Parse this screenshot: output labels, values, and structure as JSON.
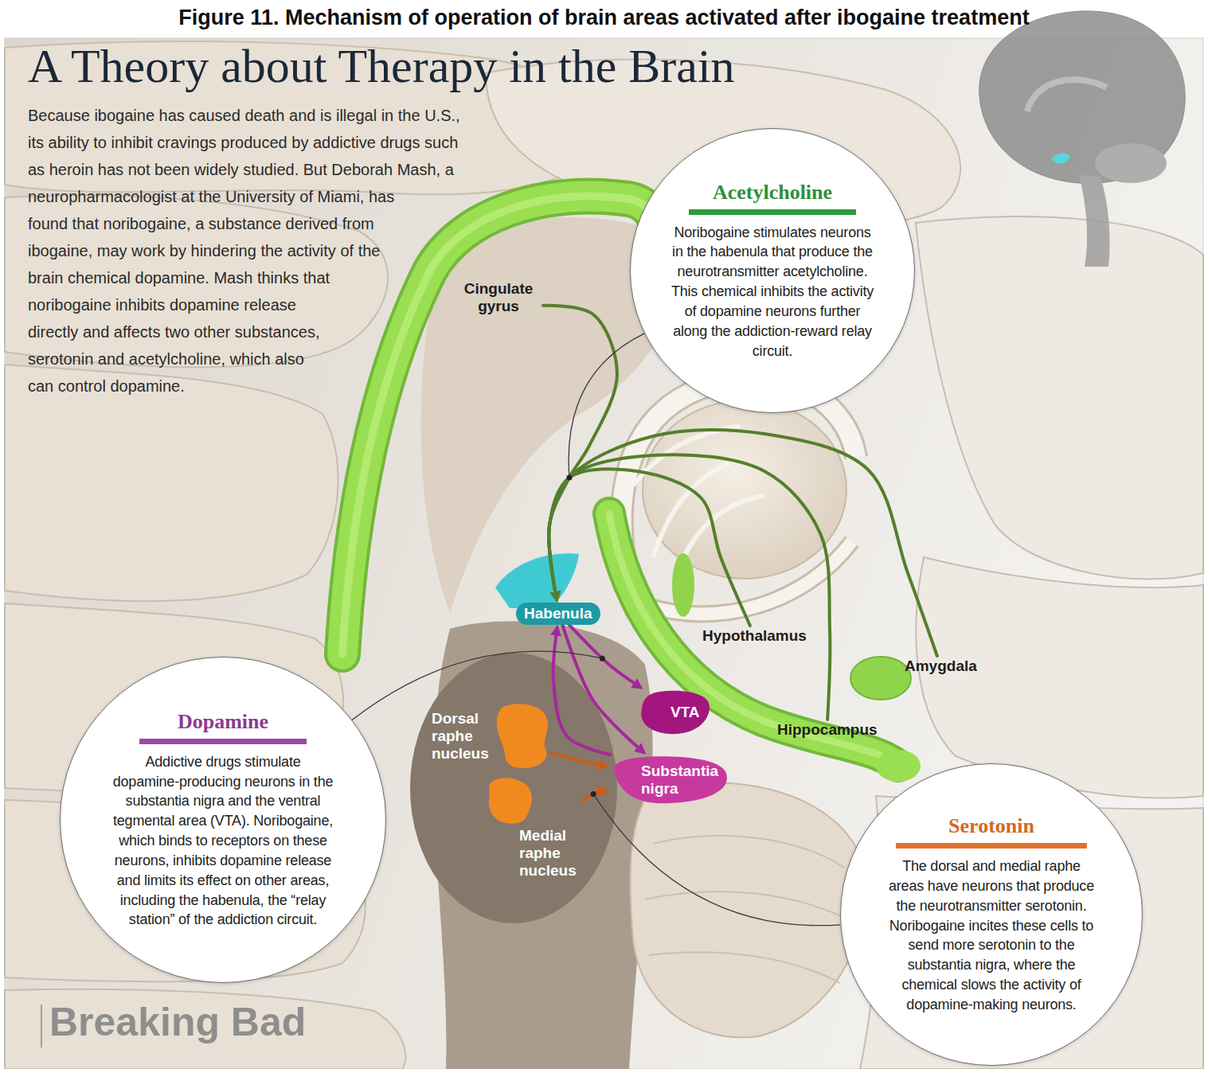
{
  "diagram": {
    "title": "A Theory about Therapy in the Brain",
    "caption": "Figure 11. Mechanism of operation of brain areas activated after ibogaine treatment",
    "nodes": [
      {
        "text": [
          "Cingulate gyrus"
        ]
      },
      {
        "text": [
          "Acetylcholine",
          "Noribogaine stimulates neurons in the habenula that produce the neurotransmitter acetylcholine. This chemical inhibits the activity of dopamine neurons further along the addiction-reward relay circuit."
        ]
      },
      {
        "text": [
          "Habenula"
        ]
      },
      {
        "text": [
          "Hypothalamus"
        ]
      },
      {
        "text": [
          "Amygdala"
        ]
      },
      {
        "text": [
          "Dopamine",
          "Addictive drugs stimulate dopamine-producing neurons in the substantia nigra and the ventral tegmental area (VTA). Noribogaine, which binds to receptors on these neurons, inhibits dopamine release and limits its effect on other areas, including the habenula, the “relay station” of the addiction circuit."
        ]
      },
      {
        "text": [
          "VTA"
        ]
      },
      {
        "text": [
          "Dorsal raphe nucleus"
        ]
      },
      {
        "text": [
          "Hippocampus"
        ]
      },
      {
        "text": [
          "Substantia nigra"
        ]
      },
      {
        "text": [
          "Serotonin",
          "The dorsal and medial raphe areas have neurons that produce the neurotransmitter serotonin. Noribogaine incites these cells to send more serotonin to the substantia nigra, where the chemical slows the activity of dopamine-making neurons."
        ]
      },
      {
        "text": [
          "Medial raphe nucleus"
        ]
      }
    ],
    "edges": [
      {
        "from": 0,
        "to": 2,
        "arrow": "to"
      },
      {
        "from": 3,
        "to": 2,
        "arrow": "to"
      },
      {
        "from": 4,
        "to": 2,
        "arrow": "to"
      },
      {
        "from": 8,
        "to": 2,
        "arrow": "to"
      },
      {
        "from": 2,
        "to": 6,
        "arrow": "to"
      },
      {
        "from": 2,
        "to": 9,
        "arrow": "to"
      },
      {
        "from": 9,
        "to": 2,
        "arrow": "to"
      },
      {
        "from": 7,
        "to": 9,
        "arrow": "to"
      },
      {
        "from": 11,
        "to": 9,
        "arrow": "to"
      }
    ],
    "labels": [
      "Because ibogaine has caused death and is illegal in the U.S., its ability to inhibit cravings produced by addictive drugs such as heroin has not been widely studied. But Deborah Mash, a neuropharmacologist at the University of Miami, has found that noribogaine, a substance derived from ibogaine, may work by hindering the activity of the brain chemical dopamine. Mash thinks that noribogaine inhibits dopamine release directly and affects two other substances, serotonin and acetylcholine, which also can control dopamine.",
      "Breaking Bad"
    ]
  }
}
